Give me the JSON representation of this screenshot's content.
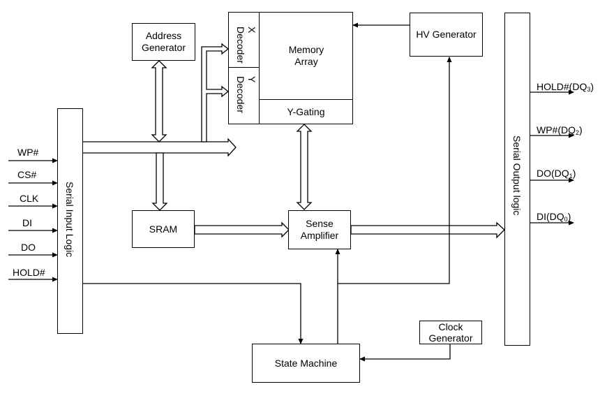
{
  "blocks": {
    "address_generator": "Address Generator",
    "x_decoder": "X Decoder",
    "y_decoder": "Y Decoder",
    "memory_array": "Memory Array",
    "y_gating": "Y-Gating",
    "hv_generator": "HV Generator",
    "serial_output_logic": "Serial Output logic",
    "serial_input_logic": "Serial Input Logic",
    "sram": "SRAM",
    "sense_amplifier": "Sense Amplifier",
    "state_machine": "State Machine",
    "clock_generator": "Clock Generator"
  },
  "inputs": [
    "WP#",
    "CS#",
    "CLK",
    "DI",
    "DO",
    "HOLD#"
  ],
  "outputs": {
    "hold": {
      "name": "HOLD#(DQ",
      "sub": "3",
      "close": ")"
    },
    "wp": {
      "name": "WP#(DQ",
      "sub": "2",
      "close": ")"
    },
    "do": {
      "name": "DO(DQ",
      "sub": "1",
      "close": ")"
    },
    "di": {
      "name": "DI(DQ",
      "sub": "0",
      "close": ")"
    }
  }
}
